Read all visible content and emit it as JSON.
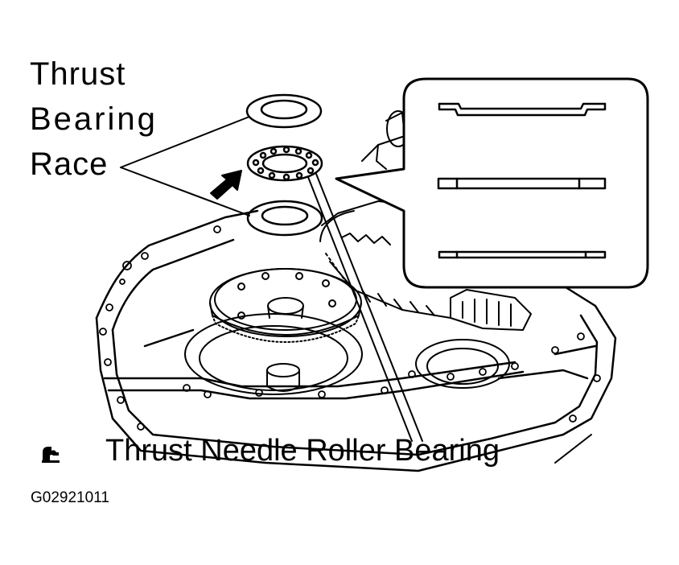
{
  "labels": {
    "race_line1": "Thrust",
    "race_line2": "Bearing",
    "race_line3": "Race",
    "bearing": "Thrust Needle Roller Bearing",
    "code": "G02921011"
  },
  "icons": {
    "grease": "grease-apply-icon",
    "arrow": "pointer-arrow-icon"
  },
  "colors": {
    "ink": "#000000",
    "paper": "#ffffff"
  }
}
